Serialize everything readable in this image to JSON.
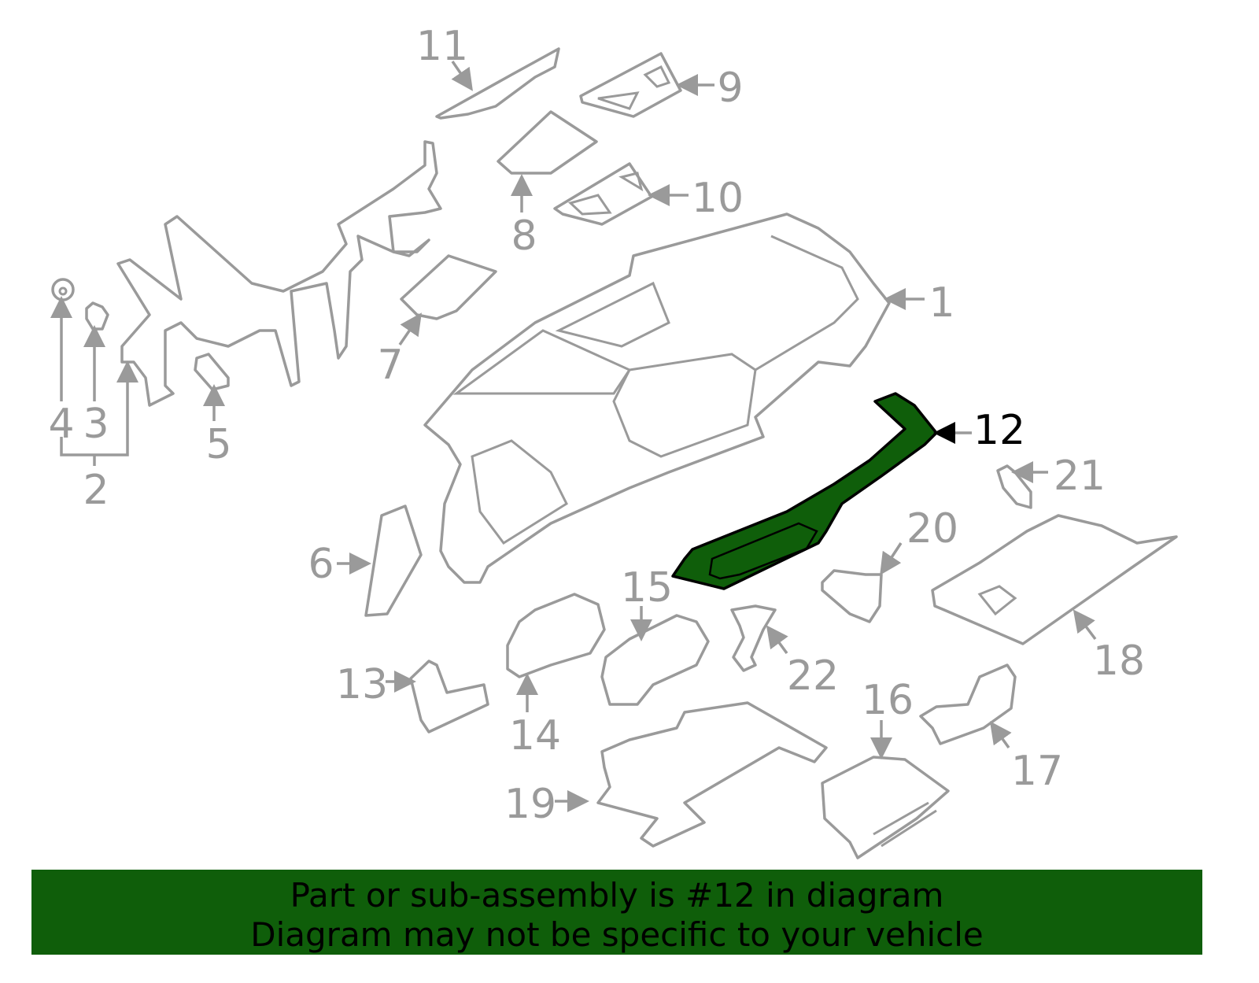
{
  "diagram": {
    "highlight_color": "#0f5e0a",
    "selected_part": "12",
    "labels": [
      "1",
      "2",
      "3",
      "4",
      "5",
      "6",
      "7",
      "8",
      "9",
      "10",
      "11",
      "12",
      "13",
      "14",
      "15",
      "16",
      "17",
      "18",
      "19",
      "20",
      "21",
      "22"
    ]
  },
  "banner": {
    "line1": "Part or sub-assembly is #12 in diagram",
    "line2": "Diagram may not be specific to your vehicle"
  }
}
